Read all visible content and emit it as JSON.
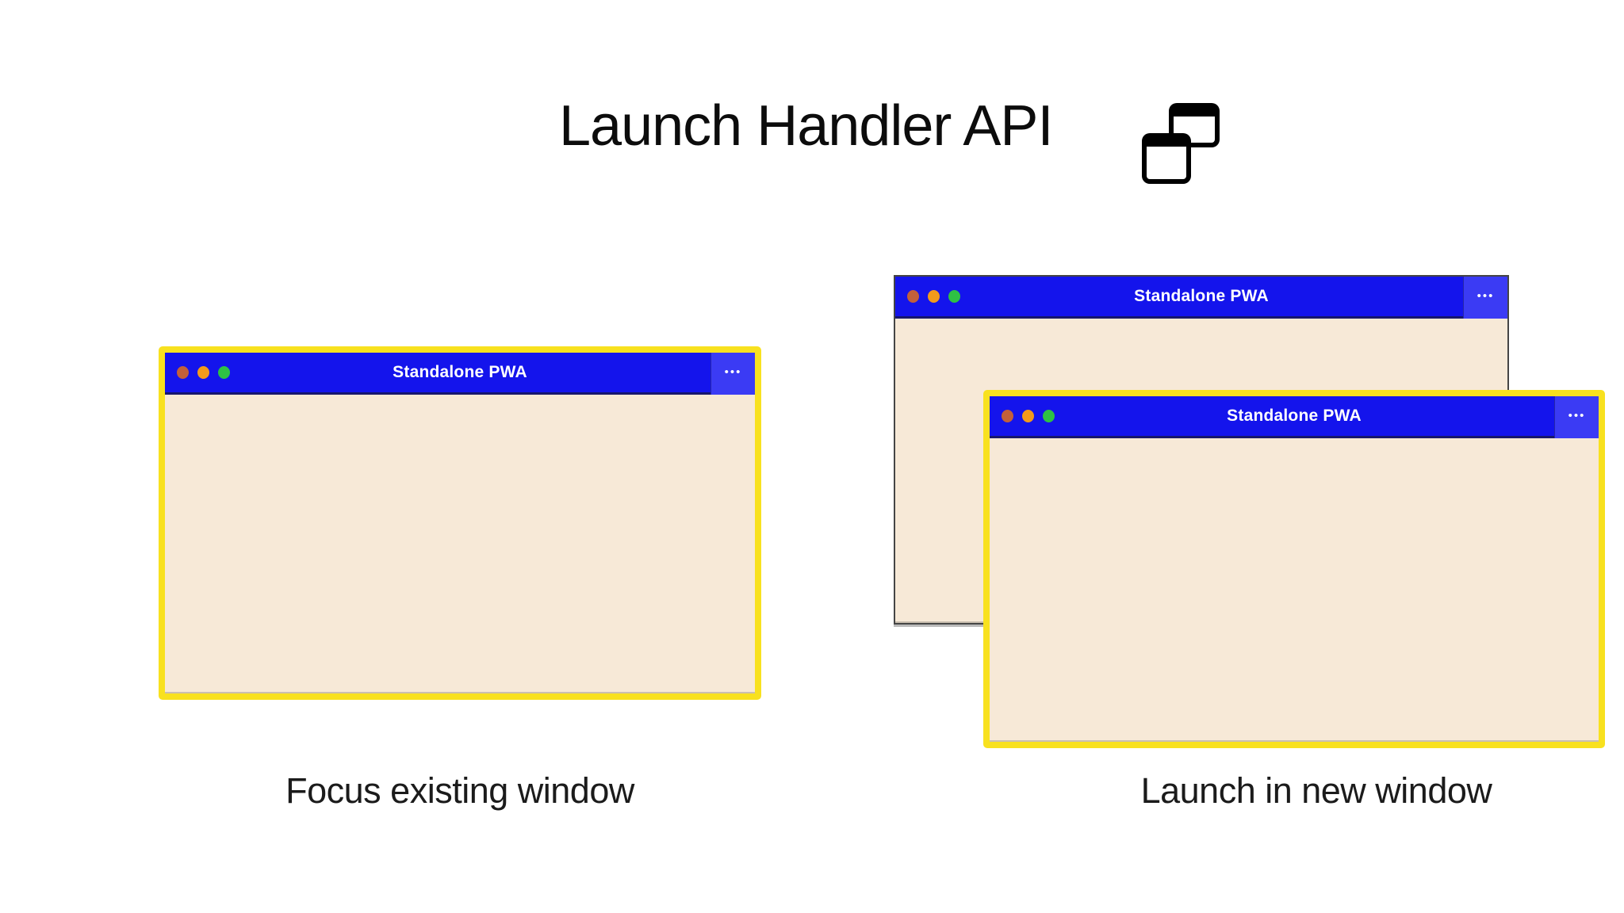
{
  "header": {
    "title": "Launch Handler API",
    "icon": "overlapping-windows-icon"
  },
  "colors": {
    "titlebar_blue": "#1414ec",
    "menu_button_blue": "#3b3bf4",
    "window_body_cream": "#f7e9d7",
    "highlight_yellow": "#f8e11f",
    "plain_border_gray": "#454545",
    "traffic_red": "#c2603a",
    "traffic_orange": "#f39a1b",
    "traffic_green": "#2ec144",
    "text_dark": "#1b1b1b"
  },
  "panels": [
    {
      "id": "focus-existing",
      "caption": "Focus existing window",
      "windows": [
        {
          "title": "Standalone PWA",
          "style": "highlighted-yellow",
          "menu": "•••",
          "traffic_lights": [
            "red",
            "orange",
            "green"
          ]
        }
      ]
    },
    {
      "id": "launch-new",
      "caption": "Launch in new window",
      "windows": [
        {
          "title": "Standalone PWA",
          "style": "plain-dark-border",
          "menu": "•••",
          "traffic_lights": [
            "red",
            "orange",
            "green"
          ]
        },
        {
          "title": "Standalone PWA",
          "style": "highlighted-yellow",
          "menu": "•••",
          "traffic_lights": [
            "red",
            "orange",
            "green"
          ]
        }
      ]
    }
  ]
}
